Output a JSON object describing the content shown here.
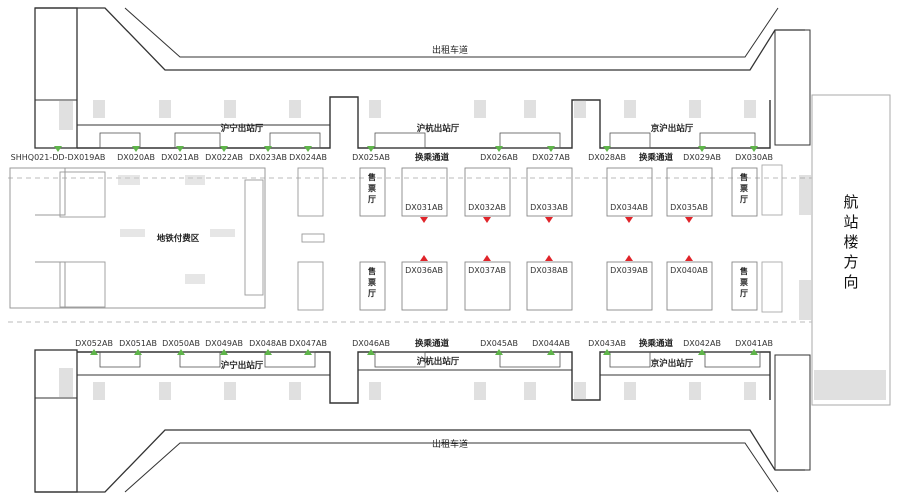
{
  "map": {
    "title": "",
    "colors": {
      "line": "#333333",
      "light_line": "#9a9a9a",
      "dash": "#bbbbbb",
      "gate_green": "#5fb54a",
      "gate_red": "#e0242a"
    },
    "roads": {
      "taxi_top": "出租车道",
      "taxi_bottom": "出租车道"
    },
    "terminal": {
      "label": "航站楼方向"
    },
    "halls_top": {
      "left": "沪宁出站厅",
      "mid": "沪杭出站厅",
      "right": "京沪出站厅"
    },
    "halls_bottom": {
      "left": "沪宁出站厅",
      "mid": "沪杭出站厅",
      "right": "京沪出站厅"
    },
    "transfer_top": {
      "mid": "换乘通道",
      "right": "换乘通道"
    },
    "transfer_bottom": {
      "mid": "换乘通道",
      "right": "换乘通道"
    },
    "ticket_offices": [
      "售票厅",
      "售票厅",
      "售票厅",
      "售票厅"
    ],
    "metro_area": "地铁付费区",
    "gates_top": [
      "SHHQ021-DD-DX019AB",
      "DX020AB",
      "DX021AB",
      "DX022AB",
      "DX023AB",
      "DX024AB",
      "DX025AB",
      "DX026AB",
      "DX027AB",
      "DX028AB",
      "DX029AB",
      "DX030AB"
    ],
    "gates_mid_top": [
      "DX031AB",
      "DX032AB",
      "DX033AB",
      "DX034AB",
      "DX035AB"
    ],
    "gates_mid_bottom": [
      "DX036AB",
      "DX037AB",
      "DX038AB",
      "DX039AB",
      "DX040AB"
    ],
    "gates_bottom": [
      "DX052AB",
      "DX051AB",
      "DX050AB",
      "DX049AB",
      "DX048AB",
      "DX047AB",
      "DX046AB",
      "DX045AB",
      "DX044AB",
      "DX043AB",
      "DX042AB",
      "DX041AB"
    ]
  }
}
